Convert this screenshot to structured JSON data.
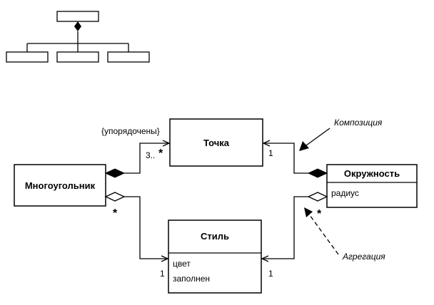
{
  "classes": {
    "polygon": {
      "name": "Многоугольник"
    },
    "point": {
      "name": "Точка"
    },
    "circle": {
      "name": "Окружность",
      "attributes": [
        "радиус"
      ]
    },
    "style": {
      "name": "Стиль",
      "attributes": [
        "цвет",
        "заполнен"
      ]
    }
  },
  "labels": {
    "ordered": "{упорядочены}",
    "point_mult_polygon": "3..",
    "point_mult_star": "*",
    "point_mult_circle": "1",
    "polygon_style_star": "*",
    "style_mult_polygon": "1",
    "style_mult_circle": "1",
    "circle_style_star": "*"
  },
  "notes": {
    "composition": "Композиция",
    "aggregation": "Агрегация"
  }
}
